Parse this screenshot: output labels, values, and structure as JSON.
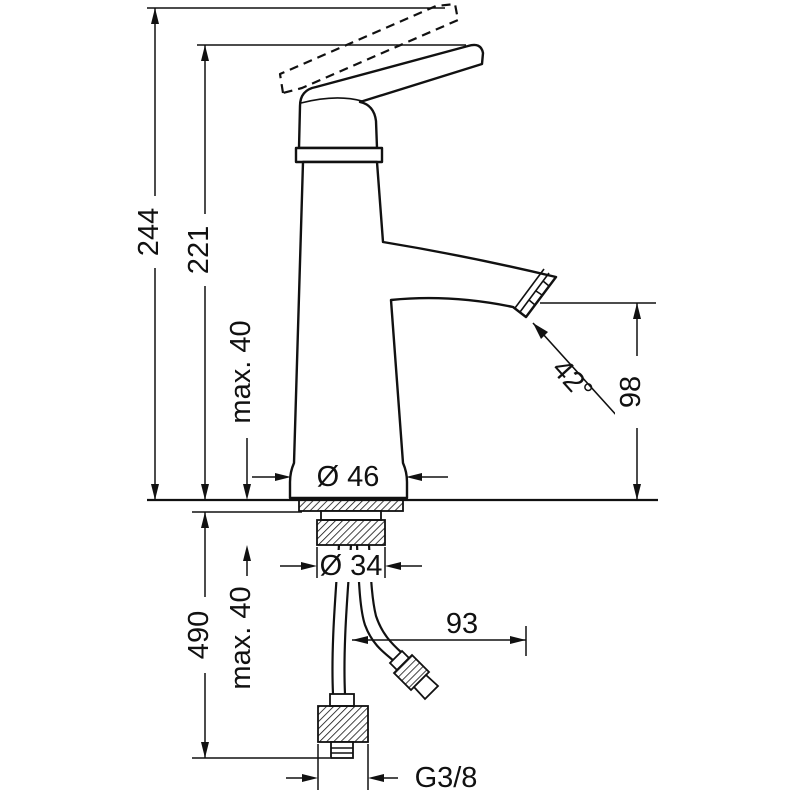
{
  "title": "Single-lever basin mixer technical dimension drawing",
  "colors": {
    "line": "#111111",
    "background": "#ffffff"
  },
  "dimensions": {
    "overall_height": "244",
    "lever_height": "221",
    "max_mounting_top": "max. 40",
    "base_diameter": "Ø 46",
    "spray_angle": "42°",
    "spout_height": "98",
    "hole_diameter": "Ø 34",
    "hose_length": "490",
    "max_mounting_bottom": "max. 40",
    "hose_reach": "93",
    "connection_thread": "G3/8"
  }
}
